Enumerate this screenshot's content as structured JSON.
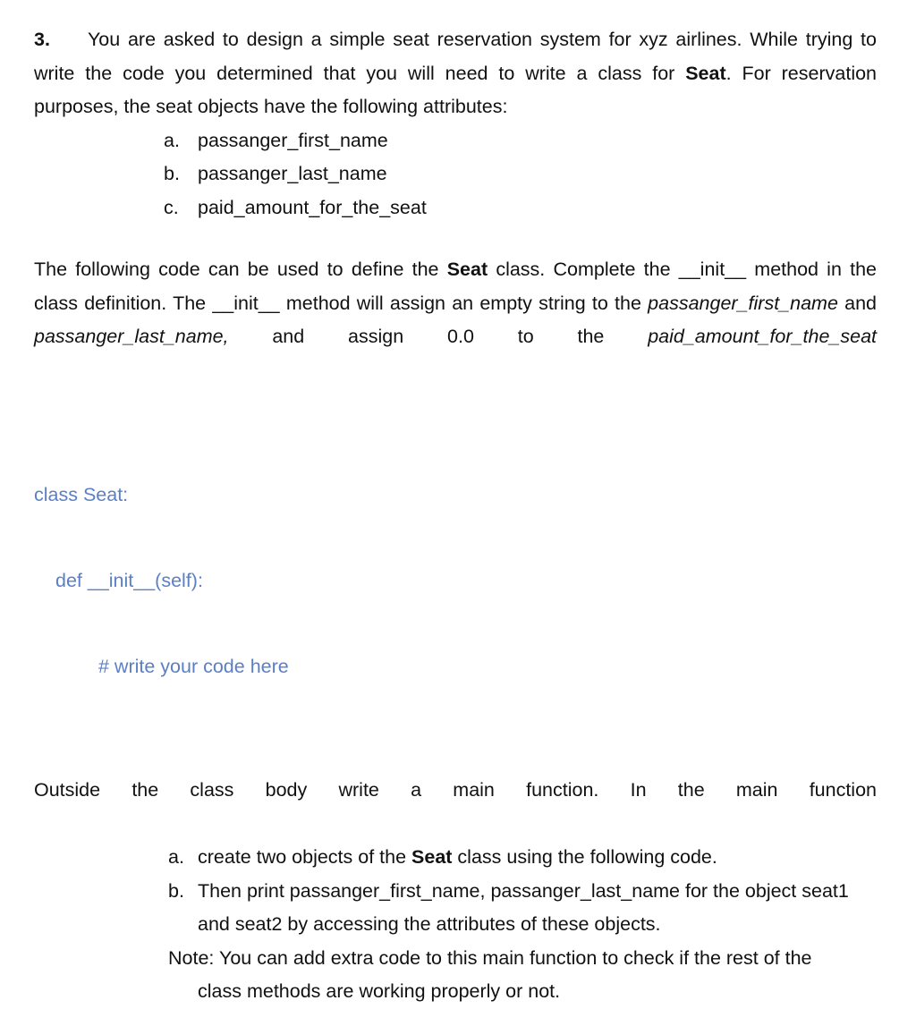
{
  "document": {
    "question_number": "3.",
    "intro": {
      "part1": "You are asked to design a simple seat reservation system for xyz airlines. While trying to write the code you determined that you will need to write a class for ",
      "bold_term": "Seat",
      "part2": ". For reservation purposes, the seat objects have the following attributes:"
    },
    "attributes": [
      {
        "marker": "a.",
        "text": "passanger_first_name"
      },
      {
        "marker": "b.",
        "text": "passanger_last_name"
      },
      {
        "marker": "c.",
        "text": "paid_amount_for_the_seat"
      }
    ],
    "definition_paragraph": {
      "part1": "The following code can be used to define the ",
      "bold_term": "Seat",
      "part2": " class. Complete the __init__ method in the class definition. The __init__ method will assign an empty string to the ",
      "ital1": "passanger_first_name",
      "part3": " and ",
      "ital2": "passanger_last_name,",
      "part4": " and assign 0.0 to the ",
      "ital3": "paid_amount_for_the_seat"
    },
    "code_block": {
      "line1": "class Seat:",
      "line2": "def __init__(self):",
      "line3": "# write your code here",
      "color": "#5b7fc7"
    },
    "main_function_intro": "Outside the class body write a main function. In the main function",
    "main_steps": [
      {
        "marker": "a.",
        "part1": "create two objects of the ",
        "bold_term": "Seat",
        "part2": " class using the following code."
      },
      {
        "marker": "b.",
        "part1": "Then print passanger_first_name, passanger_last_name for the object seat1 and seat2 by accessing the attributes of these objects.",
        "bold_term": "",
        "part2": ""
      }
    ],
    "note": {
      "line1": "Note: You can add extra code to this main function to check if the rest of the",
      "line2": "class methods are working properly or not."
    }
  }
}
